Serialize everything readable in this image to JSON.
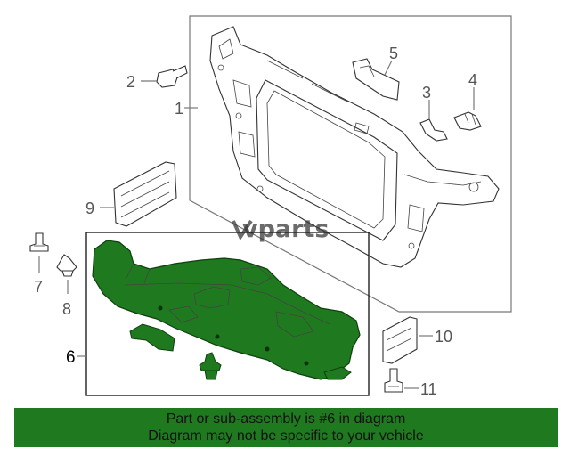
{
  "diagram": {
    "callouts": {
      "c1": "1",
      "c2": "2",
      "c3": "3",
      "c4": "4",
      "c5": "5",
      "c6": "6",
      "c7": "7",
      "c8": "8",
      "c9": "9",
      "c10": "10",
      "c11": "11"
    },
    "watermark": "vparts",
    "highlight_color": "#1f7a1f"
  },
  "banner": {
    "line1": "Part or sub-assembly is #6 in diagram",
    "line2": "Diagram may not be specific to your vehicle",
    "color": "#1f7a1f"
  }
}
